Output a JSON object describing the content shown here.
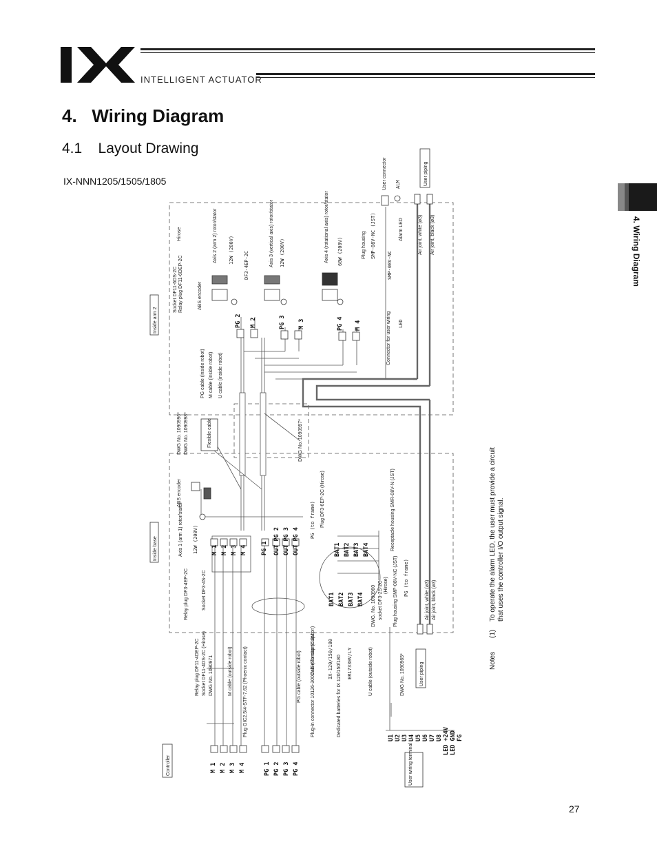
{
  "header": {
    "logo": "IX",
    "tagline": "INTELLIGENT ACTUATOR"
  },
  "section": {
    "title": "4.   Wiring Diagram",
    "subtitle": "4.1    Layout Drawing",
    "model": "IX-NNN1205/1505/1805",
    "side_tab": "4. Wiring Diagram"
  },
  "diagram": {
    "regions": {
      "inside_arm2": "Inside arm 2",
      "inside_base": "Inside base",
      "controller": "Controller",
      "flexible_cable": "Flexible cable",
      "user_piping_top": "User piping",
      "user_piping_bottom": "User piping",
      "user_wiring_terminal": "User wiring terminal"
    },
    "labels": {
      "hirose": "Hirose",
      "socket_df11": "Socket DF11-6DS-2C",
      "relay_plug_df11": "Relay plug DF11-6DEP-2C",
      "abs_encoder_arm": "ABS encoder",
      "axis2": "Axis 2 (arm 2) rotor/stator",
      "axis2_spec": "12W  (200V)",
      "axis3": "Axis 3 (vertical axis) rotor/stator",
      "axis3_spec": "12W  (200V)",
      "axis4": "Axis 4 (rotational axis) rotor/stator",
      "axis4_spec": "60W  (200V)",
      "plug_housing": "Plug housing",
      "plug_housing_part": "SMP-08V-NC (JST)",
      "smp08v": "SMP-08V-NC",
      "user_connector": "User connector",
      "alm": "ALM",
      "alarm_led": "Alarm LED",
      "air_joint_white_top": "Air joint, white (ø3)",
      "air_joint_black_top": "Air joint, black (ø3)",
      "connector_user_wiring": "Connector for user wiring",
      "led": "LED",
      "df3": "DF3-4EP-2C",
      "pg_cable_in": "PG cable (inside robot)",
      "m_cable_in": "M cable (inside robot)",
      "u_cable_in": "U cable (inside robot)",
      "dwg_1090996": "DWG No. 1090996*",
      "dwg_1090998": "DWG No. 1090998*",
      "dwg_1090997": "DWG No. 1090997*",
      "abs_encoder_base": "ABS encoder",
      "axis1": "Axis 1 (arm 1) rotor/stator",
      "axis1_spec": "12W  (200V)",
      "relay_plug_df3": "Relay plug DF3-4EP-2C",
      "socket_df3": "Socket DF3-4S-2C",
      "pg_frame_top": "PG (to frame)",
      "plug_df3": "Plug DF3-6EP-2C (Hirose)",
      "receptacle": "Receptacle housing SMR-08V-N (JST)",
      "pg_frame_bottom": "PG (to frame)",
      "dwg_1090960": "DWG. No. 1090960",
      "socket_df3_2c": "socket DF3-2S-2C",
      "hirose2": "(Hirose)",
      "plug_housing2": "Plug housing SMP-08V-NC (JST)",
      "air_joint_white_bottom": "Air joint, white (ø3)",
      "air_joint_black_bottom": "Air joint, black (ø3)",
      "relay_plug_df11_4dep": "Relay plug DF11-4DEP-2C",
      "socket_df11_4ds": "Socket DF11-4DS-2C (Hirose)",
      "dwg_1090971": "DWG No. 1090971",
      "m_cable_out": "M cable (outside robot)",
      "plug_gic": "Plug GIC2.5/4-STF-7.62 (Phoenix contact)",
      "pg_cable_out": "PG cable (outside robot)",
      "cable_fix_cap": "Cable fix cap (Capcon)",
      "plugin_connector": "Plug-in connector 10126-3000VE (Sumitomo 3M)",
      "batteries": "Dedicated batteries for IX 120/150/180",
      "battery_part": "IX-120/150/180",
      "battery_model": "ER17330V/LY",
      "u_cable_out": "U cable (outside robot)",
      "dwg_1090965": "DWG No. 1090965*"
    },
    "m_labels_base": [
      "M 1",
      "M 2",
      "M 3",
      "M 4"
    ],
    "pg_labels_base": [
      "PG 1",
      "OUT PG 2",
      "OUT PG 3",
      "OUT PG 4"
    ],
    "bat_right": [
      "BAT1",
      "BAT2",
      "BAT3",
      "BAT4"
    ],
    "bat_circle": [
      "BAT1",
      "BAT2",
      "BAT3",
      "BAT4"
    ],
    "arm_pg": [
      "PG 2",
      "PG 3",
      "PG 4"
    ],
    "arm_m": [
      "M 2",
      "M 3",
      "M 4"
    ],
    "controller_m": [
      "M 1",
      "M 2",
      "M 3",
      "M 4"
    ],
    "controller_pg": [
      "PG 1",
      "PG 2",
      "PG 3",
      "PG 4"
    ],
    "user_terminals": [
      "U1",
      "U2",
      "U3",
      "U4",
      "U5",
      "U6",
      "U7",
      "U8",
      "LED +24V",
      "LED GND",
      "FG"
    ]
  },
  "notes": {
    "title": "Notes",
    "item_num": "(1)",
    "line1": "To operate the alarm LED, the user must provide a circuit",
    "line2": "that uses the controller I/O output signal."
  },
  "footer": {
    "page": "27"
  }
}
